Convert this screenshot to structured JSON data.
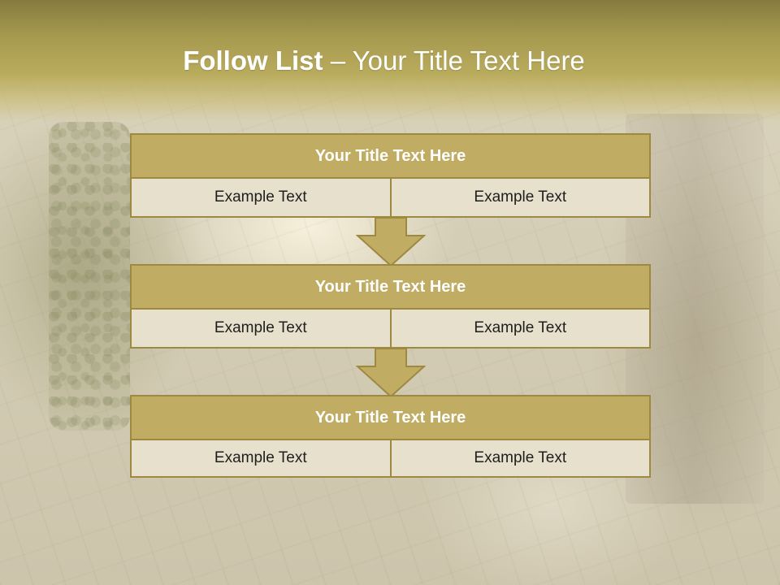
{
  "slide": {
    "title_bold": "Follow List",
    "title_rest": " – Your Title Text Here"
  },
  "steps": [
    {
      "title": "Your Title Text Here",
      "left_text": "Example Text",
      "right_text": "Example Text"
    },
    {
      "title": "Your Title Text Here",
      "left_text": "Example Text",
      "right_text": "Example Text"
    },
    {
      "title": "Your Title Text Here",
      "left_text": "Example Text",
      "right_text": "Example Text"
    }
  ],
  "colors": {
    "header_fill": "#c0ad63",
    "border": "#9d8a40",
    "cell_fill": "#e7e0cc",
    "title_band": "#a69a50"
  },
  "icons": {
    "connector": "down-arrow-icon"
  }
}
